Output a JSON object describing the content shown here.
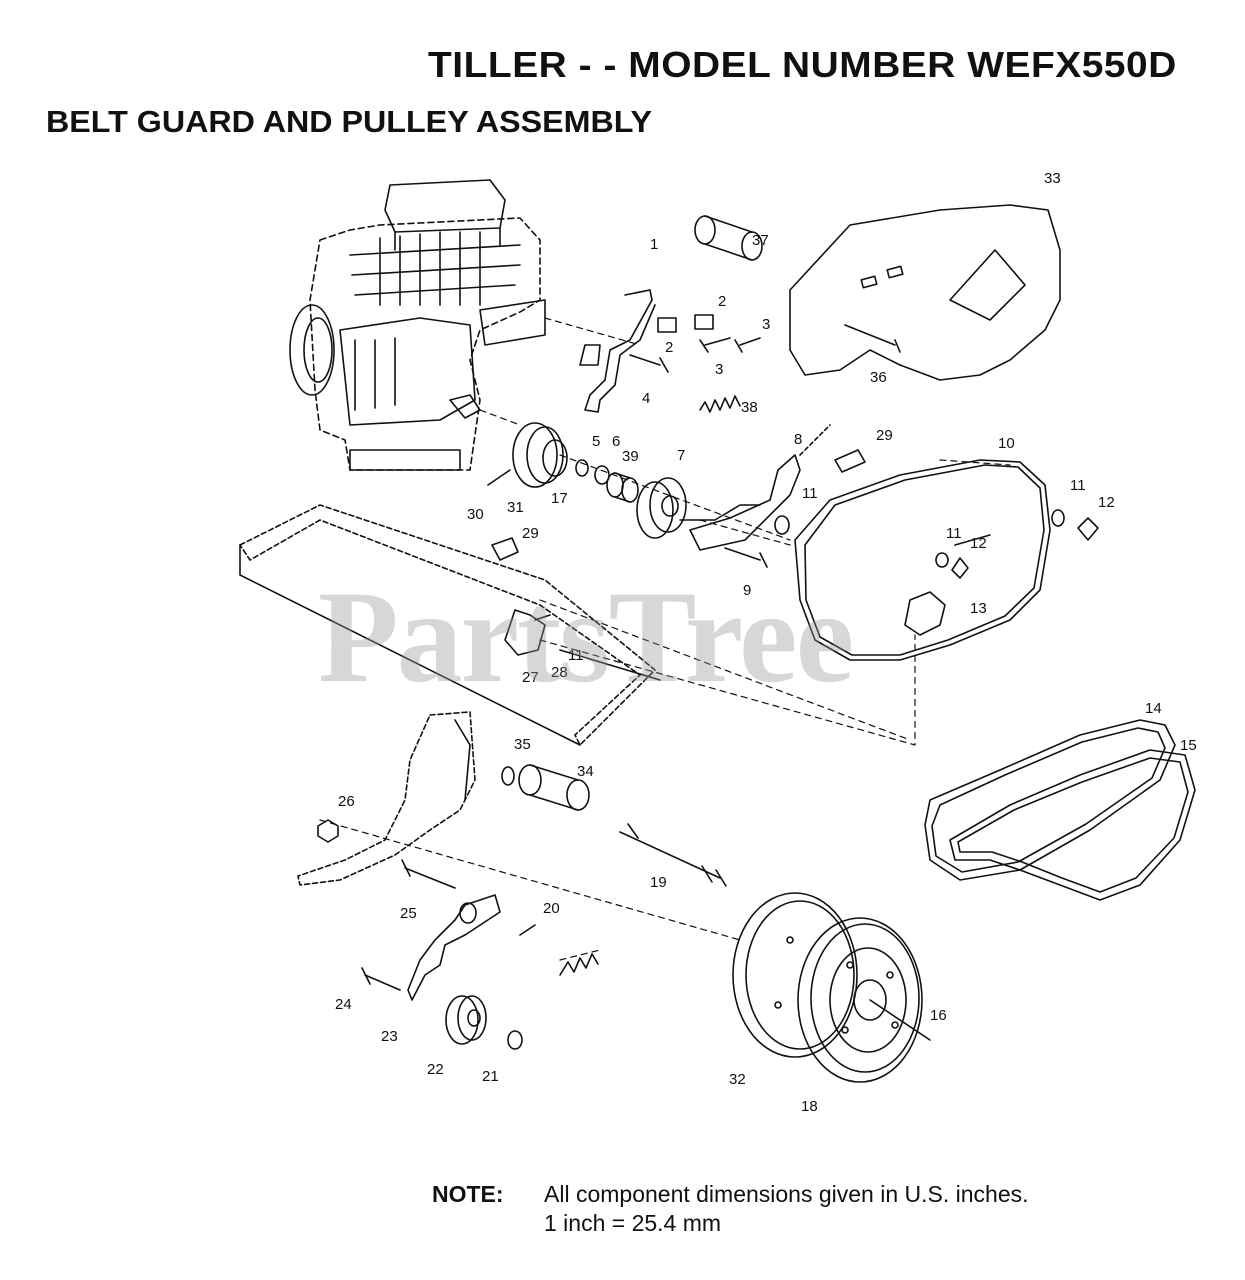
{
  "header": {
    "title": "TILLER - - MODEL NUMBER WEFX550D",
    "section": "BELT GUARD AND PULLEY ASSEMBLY"
  },
  "watermark": "PartsTree",
  "callouts": [
    "1",
    "2",
    "2",
    "3",
    "3",
    "4",
    "5",
    "6",
    "39",
    "7",
    "8",
    "9",
    "10",
    "11",
    "11",
    "11",
    "11",
    "12",
    "12",
    "13",
    "14",
    "15",
    "16",
    "17",
    "18",
    "19",
    "20",
    "21",
    "22",
    "23",
    "24",
    "25",
    "26",
    "27",
    "28",
    "29",
    "29",
    "30",
    "31",
    "32",
    "33",
    "34",
    "35",
    "36",
    "37",
    "38"
  ],
  "note": {
    "label": "NOTE:",
    "line1": "All component dimensions given in U.S. inches.",
    "line2": "1 inch = 25.4 mm"
  }
}
